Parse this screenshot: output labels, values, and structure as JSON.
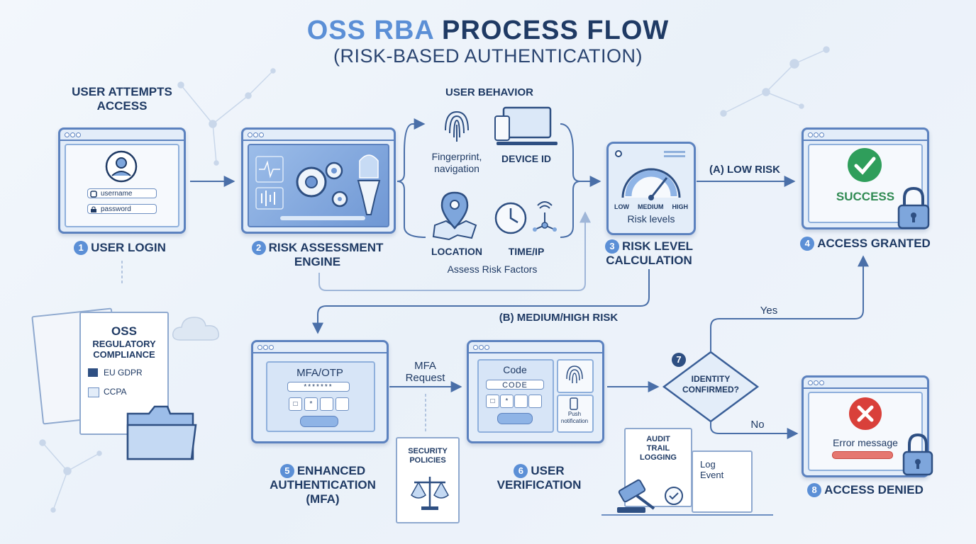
{
  "title": {
    "part1": "OSS RBA",
    "part2": "PROCESS FLOW",
    "subtitle": "(RISK-BASED AUTHENTICATION)"
  },
  "user_attempts": "USER ATTEMPTS\nACCESS",
  "login": {
    "username": "username",
    "password": "password",
    "num": "1",
    "label": "USER LOGIN"
  },
  "engine": {
    "num": "2",
    "label": "RISK ASSESSMENT\nENGINE"
  },
  "factors": {
    "header": "USER BEHAVIOR",
    "fingerprint": "Fingerprint,\nnavigation",
    "device": "DEVICE ID",
    "location": "LOCATION",
    "time": "TIME/IP",
    "caption": "Assess Risk Factors"
  },
  "risk_calc": {
    "low": "LOW",
    "medium": "MEDIUM",
    "high": "HIGH",
    "levels": "Risk levels",
    "num": "3",
    "label": "RISK LEVEL\nCALCULATION"
  },
  "low_risk": "(A) LOW RISK",
  "granted": {
    "success": "SUCCESS",
    "num": "4",
    "label": "ACCESS GRANTED"
  },
  "medium_high": "(B) MEDIUM/HIGH RISK",
  "compliance": {
    "title": "OSS",
    "subtitle": "REGULATORY\nCOMPLIANCE",
    "item1": "EU GDPR",
    "item2": "CCPA"
  },
  "mfa": {
    "header": "MFA/OTP",
    "otp": "*******",
    "num": "5",
    "label": "ENHANCED\nAUTHENTICATION\n(MFA)"
  },
  "mfa_request": "MFA\nRequest",
  "security": "SECURITY\nPOLICIES",
  "verify": {
    "code_label": "Code",
    "code_field": "CODE",
    "push": "Push\nnotification",
    "num": "6",
    "label": "USER\nVERIFICATION"
  },
  "decision": {
    "num": "7",
    "text": "IDENTITY\nCONFIRMED?",
    "yes": "Yes",
    "no": "No"
  },
  "audit": {
    "trail": "AUDIT\nTRAIL\nLOGGING",
    "log": "Log\nEvent"
  },
  "denied": {
    "message": "Error message",
    "num": "8",
    "label": "ACCESS DENIED"
  },
  "colors": {
    "accent": "#5b8fd6",
    "dark": "#1f3a64",
    "success": "#2f9e5b",
    "error": "#d9403a"
  }
}
